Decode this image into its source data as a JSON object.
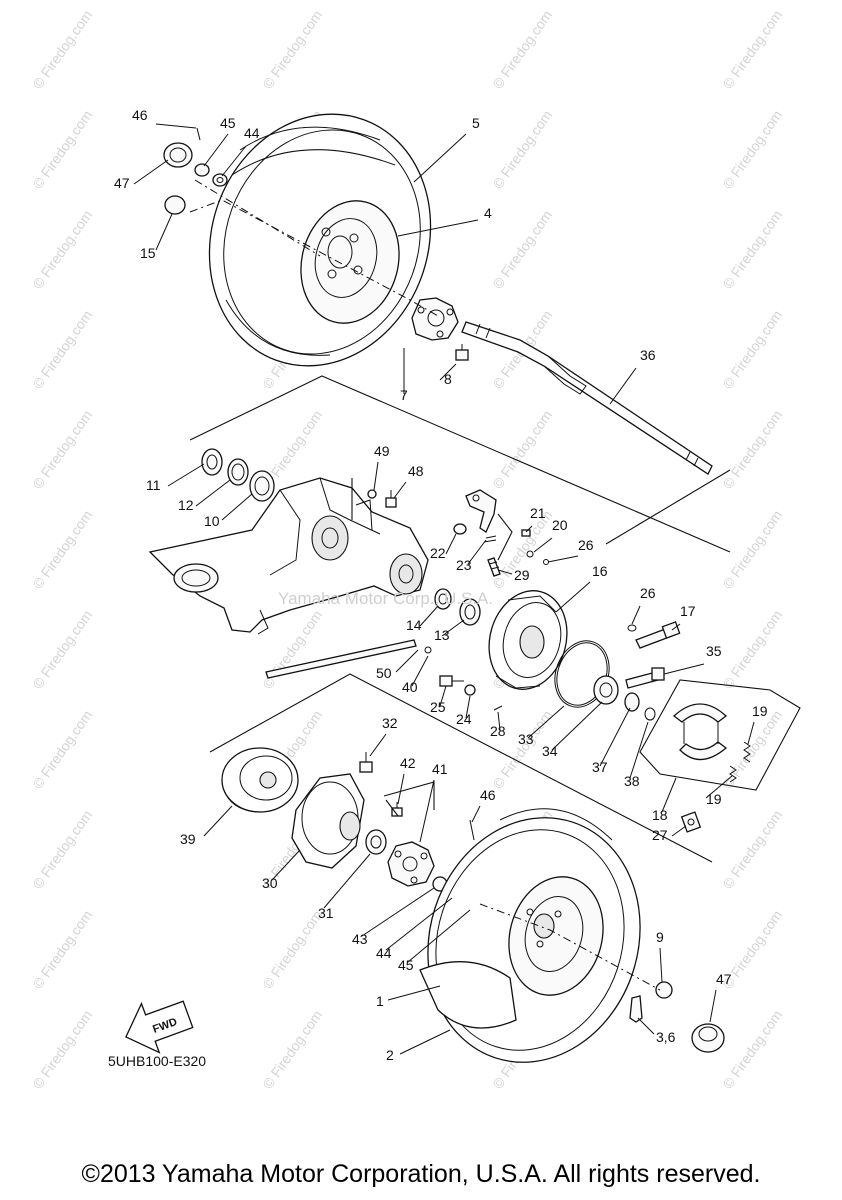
{
  "watermark": "© Firedog.com",
  "center_watermark": "Yamaha Motor Corp., U.S.A.",
  "fwd_label": "FWD",
  "diagram_code": "5UHB100-E320",
  "footer": "©2013 Yamaha Motor Corporation, U.S.A. All rights reserved.",
  "callouts": [
    "46",
    "45",
    "44",
    "5",
    "47",
    "4",
    "15",
    "8",
    "7",
    "36",
    "49",
    "48",
    "11",
    "12",
    "10",
    "21",
    "20",
    "22",
    "23",
    "29",
    "26",
    "16",
    "26",
    "17",
    "14",
    "13",
    "35",
    "50",
    "40",
    "25",
    "24",
    "28",
    "33",
    "34",
    "37",
    "38",
    "19",
    "18",
    "19",
    "27",
    "32",
    "42",
    "41",
    "46",
    "39",
    "30",
    "31",
    "43",
    "44",
    "45",
    "9",
    "47",
    "1",
    "3,6",
    "2"
  ]
}
